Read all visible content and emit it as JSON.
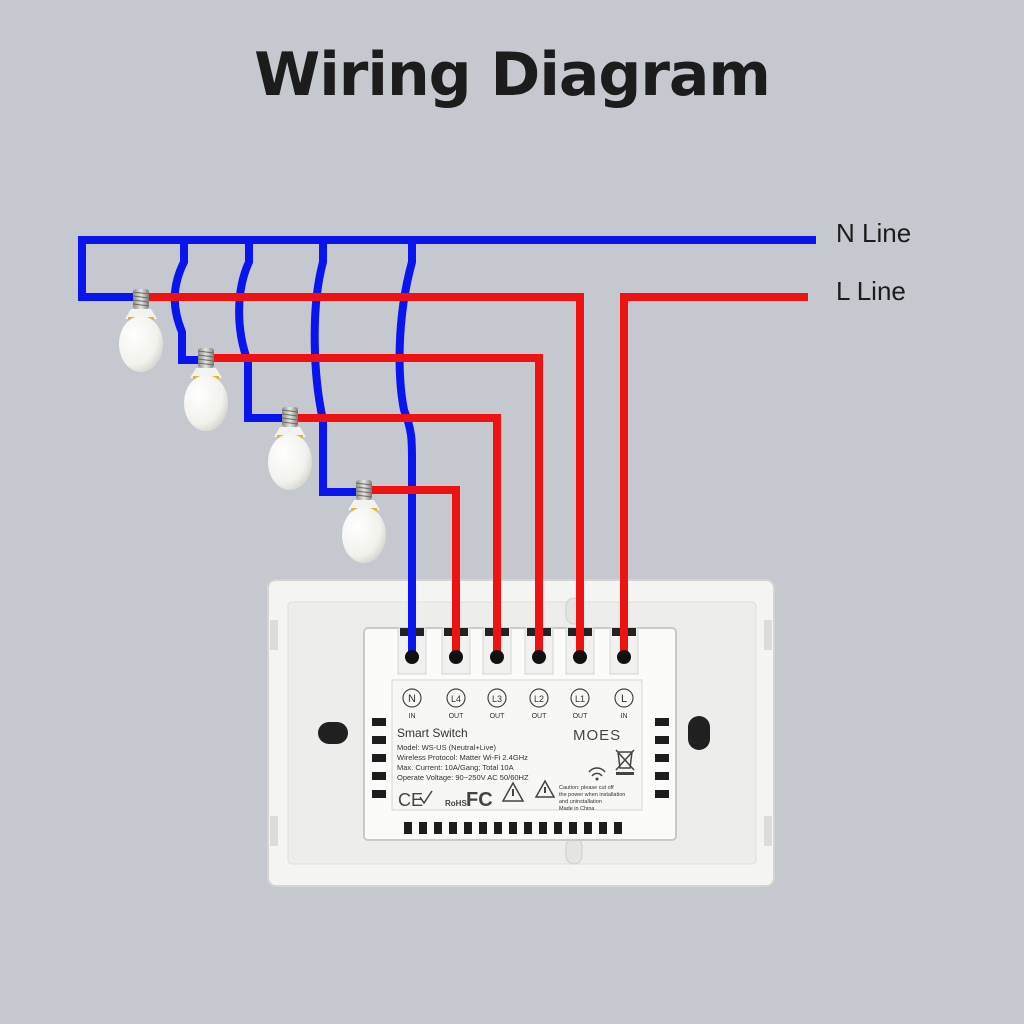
{
  "title": "Wiring Diagram",
  "lines": {
    "neutral": "N Line",
    "live": "L Line"
  },
  "colors": {
    "background": "#c5c8ce",
    "neutral_wire": "#0a14ee",
    "live_wire": "#ee1212",
    "title_text": "#1c1c1c"
  },
  "terminals": [
    {
      "id": "N",
      "sub": "IN"
    },
    {
      "id": "L4",
      "sub": "OUT"
    },
    {
      "id": "L3",
      "sub": "OUT"
    },
    {
      "id": "L2",
      "sub": "OUT"
    },
    {
      "id": "L1",
      "sub": "OUT"
    },
    {
      "id": "L",
      "sub": "IN"
    }
  ],
  "label": {
    "product": "Smart Switch",
    "brand": "MOES",
    "specs": [
      "Model: WS-US (Neutral+Live)",
      "Wireless Protocol: Matter Wi-Fi 2.4GHz",
      "Max. Current: 10A/Gang; Total 10A",
      "Operate Voltage: 90~250V AC 50/60HZ"
    ],
    "caution": [
      "Caution: please cut off",
      "the power when installation",
      "and uninstallation",
      "Made in China"
    ],
    "cert_marks": [
      "CE",
      "RoHS",
      "FC"
    ]
  },
  "bulb_count": 4
}
